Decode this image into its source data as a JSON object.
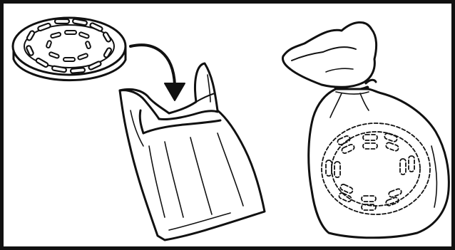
{
  "figure": {
    "panel": "filter-disposal-illustration",
    "steps": [
      {
        "id": "filter-disc",
        "icon": "round-vented-filter-icon"
      },
      {
        "id": "insert-arrow",
        "icon": "curved-arrow-down-icon"
      },
      {
        "id": "open-plastic-bag",
        "icon": "shopping-bag-icon"
      },
      {
        "id": "tied-bag-with-filter",
        "icon": "tied-bag-icon"
      }
    ],
    "colors": {
      "line": "#111111",
      "background": "#ffffff",
      "border": "#111111"
    }
  }
}
